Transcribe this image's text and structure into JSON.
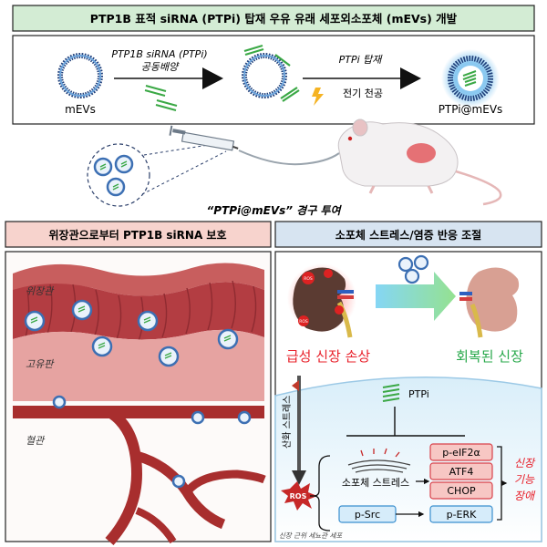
{
  "title": "PTP1B 표적 siRNA (PTPi) 탑재 우유 유래 세포외소포체 (mEVs) 개발",
  "process": {
    "mevs_label": "mEVs",
    "step1_line1": "PTP1B siRNA (PTPi)",
    "step1_line2": "공동배양",
    "step2_line1": "PTPi 탑재",
    "step2_line2": "전기 천공",
    "product_label": "PTPi@mEVs"
  },
  "oral_label": "“PTPi@mEVs” 경구 투여",
  "left_panel": {
    "header": "위장관으로부터 PTP1B siRNA 보호",
    "label_gi": "위장관",
    "label_lamina": "고유판",
    "label_vessel": "혈관"
  },
  "right_panel": {
    "header": "소포체 스트레스/염증 반응 조절",
    "ros_tag": "ROS",
    "injury_label": "급성 신장 손상",
    "recovered_label": "회복된 신장",
    "ptpi_label": "PTPi",
    "oxidative_stress": "산화 스트레스",
    "ros_label": "ROS",
    "er_stress": "소포체 스트레스",
    "psrc": "p-Src",
    "markers": [
      "p-eIF2α",
      "ATF4",
      "CHOP"
    ],
    "perk": "p-ERK",
    "dysfunction": [
      "신장",
      "기능",
      "장애"
    ],
    "cell_caption": "신장 근위 세뇨관 세포"
  },
  "colors": {
    "title_bg": "#d3ecd4",
    "left_header_bg": "#f7d3cd",
    "right_header_bg": "#d7e4f1",
    "red_text": "#e8202a",
    "green_text": "#27a84a",
    "marker_fill": "#f7c7c4",
    "marker_stroke": "#d9414a",
    "blue_box_fill": "#d6ecfa",
    "blue_box_stroke": "#3a8fcf"
  },
  "icons": [
    "syringe-icon",
    "mouse-icon",
    "kidney-icon",
    "lightning-icon",
    "sirna-icon",
    "vesicle-icon"
  ]
}
